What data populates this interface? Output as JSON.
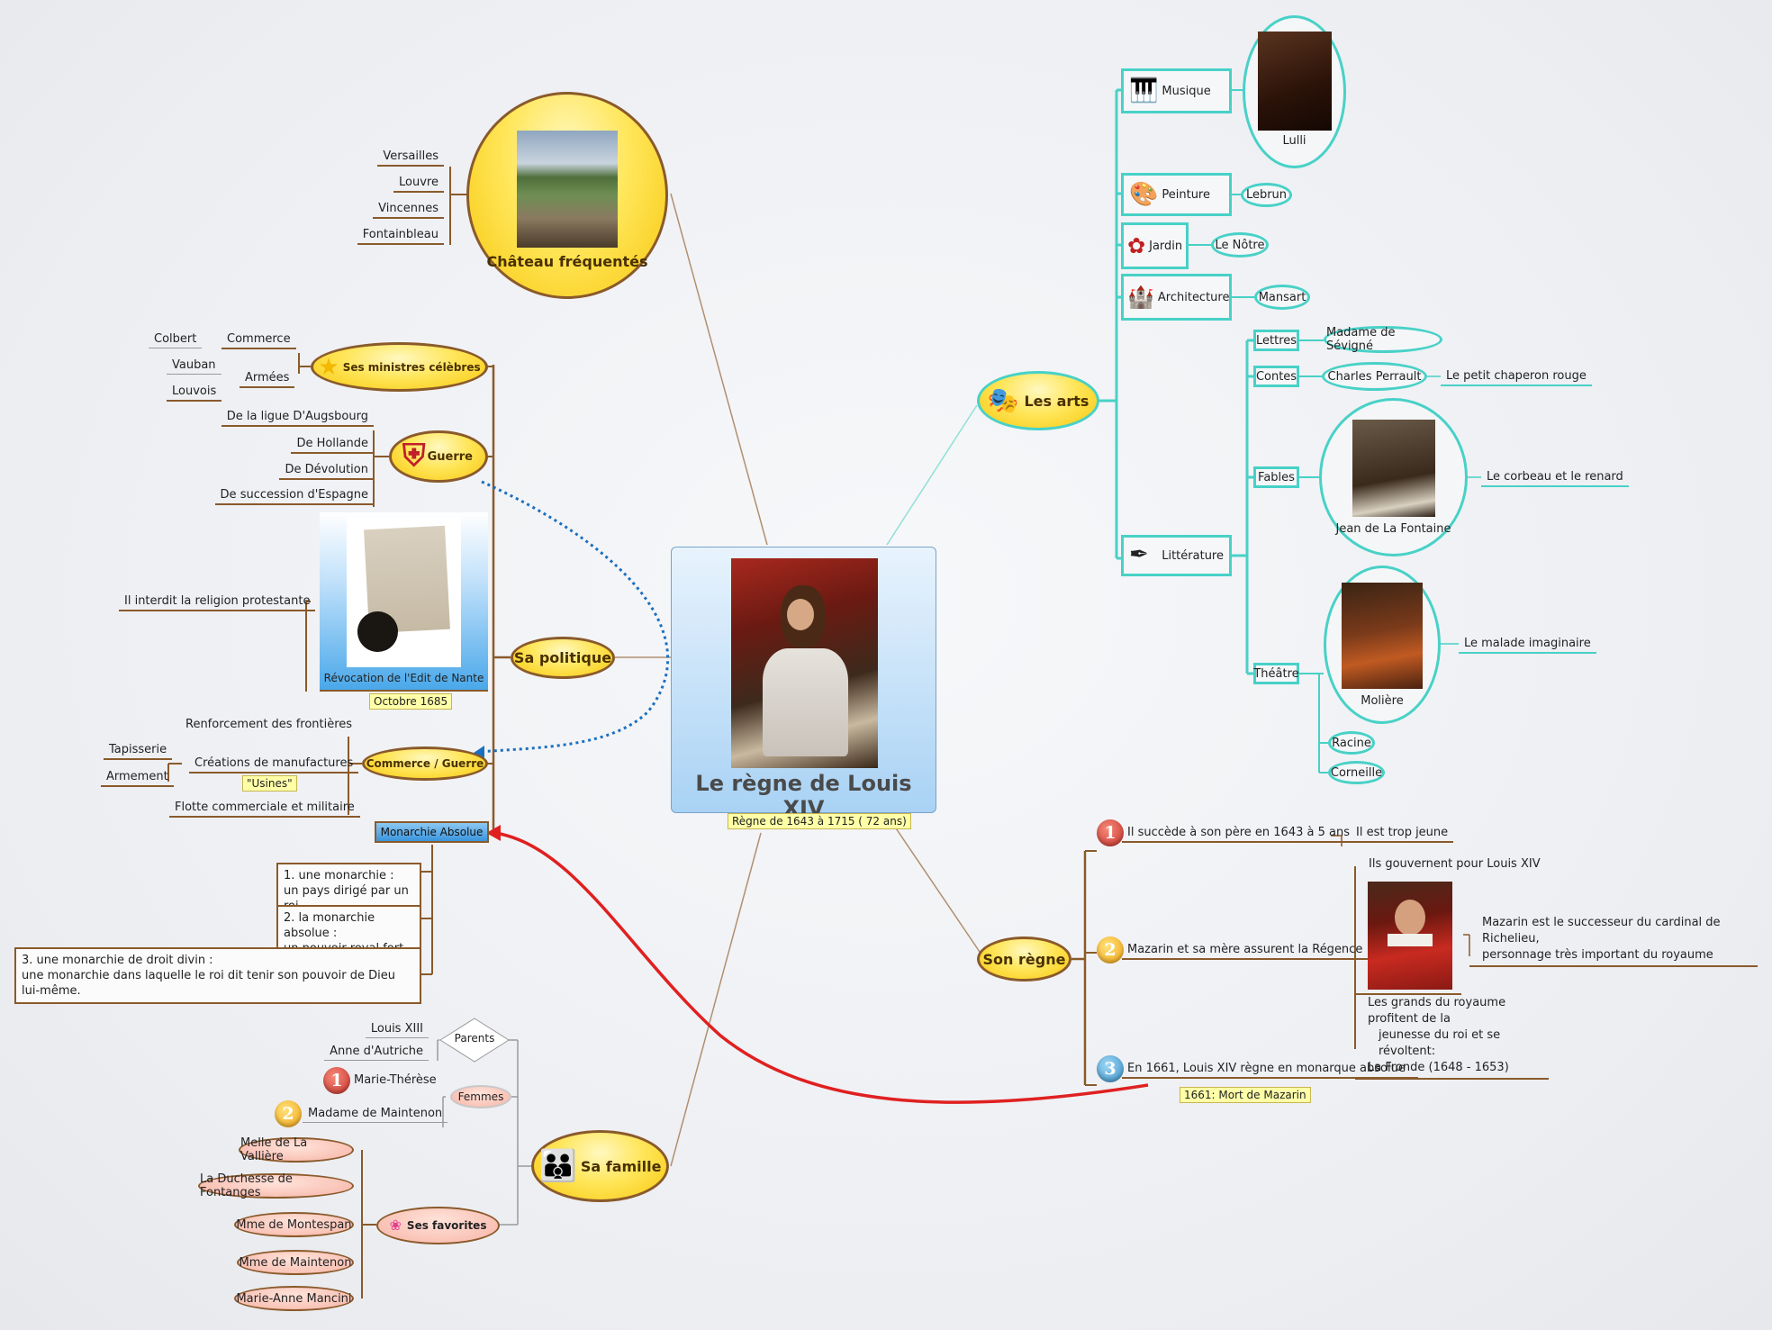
{
  "central": {
    "title": "Le règne de Louis XIV",
    "note": "Règne de 1643 à 1715 ( 72 ans)"
  },
  "chateau": {
    "label": "Château fréquentés",
    "items": [
      "Versailles",
      "Louvre",
      "Vincennes",
      "Fontainbleau"
    ]
  },
  "politique": {
    "label": "Sa politique",
    "ministres": {
      "label": "Ses ministres célèbres",
      "colbert": "Colbert",
      "commerce": "Commerce",
      "vauban": "Vauban",
      "louvois": "Louvois",
      "armees": "Armées"
    },
    "guerre": {
      "label": "Guerre",
      "items": [
        "De la ligue D'Augsbourg",
        "De Hollande",
        "De Dévolution",
        "De succession d'Espagne"
      ]
    },
    "revocation": {
      "label": "Révocation de l'Edit de Nante",
      "note": "Octobre 1685",
      "detail": "Il interdit la religion protestante"
    },
    "commerce": {
      "label": "Commerce / Guerre",
      "frontieres": "Renforcement des frontières",
      "manufactures": "Créations de manufactures",
      "usines": "\"Usines\"",
      "tapisserie": "Tapisserie",
      "armement": "Armement",
      "flotte": "Flotte commerciale et militaire"
    },
    "monarchie": {
      "label": "Monarchie Absolue",
      "d1a": "1. une monarchie :",
      "d1b": "un pays dirigé par un roi.",
      "d2a": "2. la monarchie absolue :",
      "d2b": "un pouvoir royal fort.",
      "d3a": "3. une monarchie de droit divin :",
      "d3b": "une monarchie dans laquelle le roi dit tenir son pouvoir de Dieu lui-même."
    }
  },
  "famille": {
    "label": "Sa famille",
    "parents": {
      "label": "Parents",
      "items": [
        "Louis XIII",
        "Anne d'Autriche"
      ]
    },
    "femmes": {
      "label": "Femmes",
      "items": [
        "Marie-Thérèse",
        "Madame de Maintenon"
      ]
    },
    "favorites": {
      "label": "Ses favorites",
      "items": [
        "Melle de La Vallière",
        "La Duchesse de Fontanges",
        "Mme de Montespan",
        "Mme de Maintenon",
        "Marie-Anne Mancini"
      ]
    }
  },
  "arts": {
    "label": "Les arts",
    "musique": "Musique",
    "lulli": "Lulli",
    "peinture": "Peinture",
    "lebrun": "Lebrun",
    "jardin": "Jardin",
    "lenotre": "Le Nôtre",
    "architecture": "Architecture",
    "mansart": "Mansart",
    "litterature": "Littérature",
    "lettres": "Lettres",
    "sevigne": "Madame de Sévigné",
    "contes": "Contes",
    "perrault": "Charles Perrault",
    "chaperon": "Le petit chaperon rouge",
    "fables": "Fables",
    "lafontaine": "Jean de La Fontaine",
    "corbeau": "Le corbeau et le renard",
    "theatre": "Théâtre",
    "moliere": "Molière",
    "malade": "Le malade imaginaire",
    "racine": "Racine",
    "corneille": "Corneille"
  },
  "regne": {
    "label": "Son règne",
    "n1": "1",
    "n2": "2",
    "n3": "3",
    "i1": "Il succède à son père en 1643 à 5 ans",
    "i1b": "Il est trop jeune",
    "i2": "Mazarin et sa mère assurent la Régence",
    "i2a": "Ils gouvernent pour Louis XIV",
    "i2b1": "Mazarin est le successeur du cardinal de Richelieu,",
    "i2b2": "personnage très important du royaume",
    "i2c1": "Les grands du royaume profitent de la",
    "i2c2": "jeunesse du roi et se révoltent:",
    "i2c3": "La Fronde (1648 - 1653)",
    "i3": "En 1661, Louis XIV règne en monarque absolue",
    "i3note": "1661: Mort de Mazarin"
  }
}
